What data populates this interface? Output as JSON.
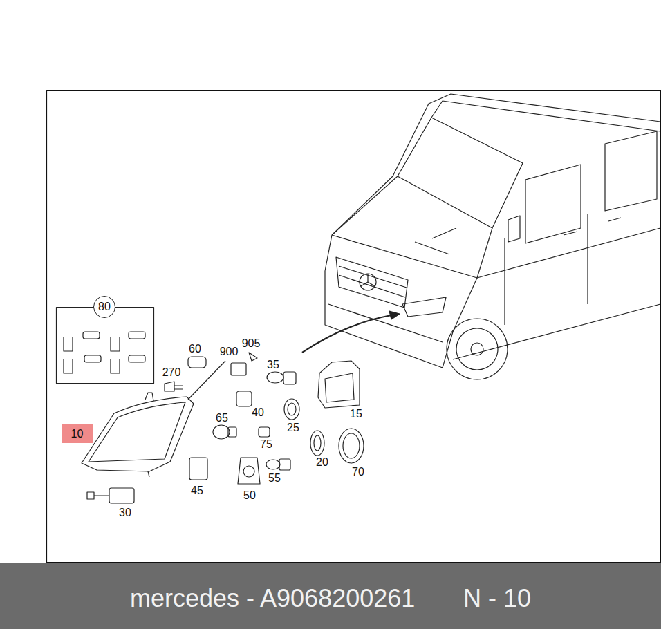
{
  "diagram": {
    "nodes": [
      {
        "text": [
          "80"
        ]
      },
      {
        "text": [
          "10"
        ]
      },
      {
        "text": [
          "mercedes - A9068200261",
          "N - 10"
        ]
      }
    ],
    "labels": [
      "60",
      "900",
      "905",
      "270",
      "35",
      "40",
      "15",
      "65",
      "25",
      "75",
      "20",
      "70",
      "45",
      "50",
      "55",
      "30"
    ]
  }
}
